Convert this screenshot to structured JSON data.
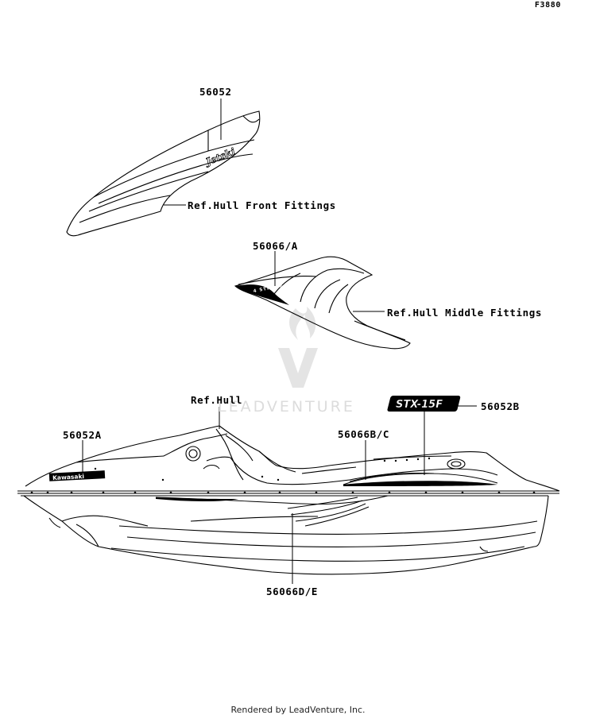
{
  "figure_code": "F3880",
  "labels": {
    "p56052": "56052",
    "ref_hull_front": "Ref.Hull Front Fittings",
    "p56066a": "56066/A",
    "ref_hull_middle": "Ref.Hull Middle Fittings",
    "ref_hull": "Ref.Hull",
    "p56052b": "56052B",
    "p56052a": "56052A",
    "p56066bc": "56066B/C",
    "p56066de": "56066D/E"
  },
  "decals": {
    "front_logo": "Jetski",
    "middle_text": "4 STROKE",
    "side_brand": "Kawasaki",
    "model_badge": "STX-15F"
  },
  "watermark": "LEADVENTURE",
  "footer": "Rendered by LeadVenture, Inc.",
  "icons": [
    "leadventure-flame-logo"
  ]
}
